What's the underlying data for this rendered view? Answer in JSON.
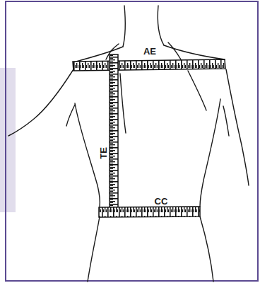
{
  "diagram": {
    "labels": [
      "AE",
      "TE",
      "CC"
    ]
  }
}
